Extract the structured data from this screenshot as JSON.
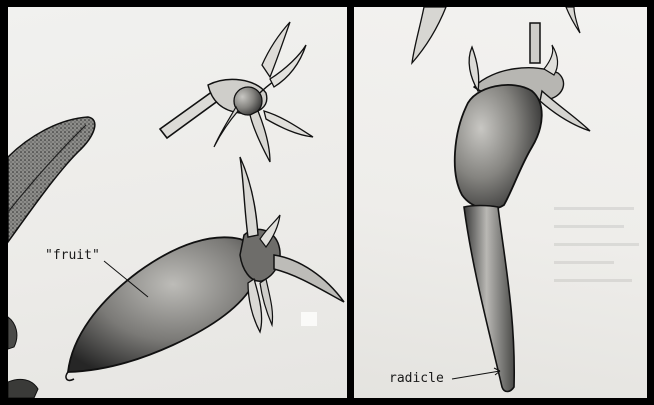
{
  "labels": {
    "fruit": "\"fruit\"",
    "radicle": "radicle"
  },
  "panels": [
    "left-illustration",
    "right-illustration"
  ],
  "colors": {
    "ink": "#1a1a1a",
    "paper": "#efeeeb",
    "divider": "#000000"
  }
}
